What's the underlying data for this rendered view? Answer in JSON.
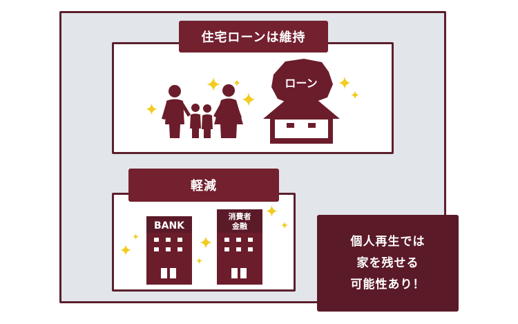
{
  "top_label": "住宅ローンは維持",
  "bottom_label": "軽減",
  "rock_label": "ローン",
  "bank_label": "BANK",
  "consumer_finance_line1": "消費者",
  "consumer_finance_line2": "金融",
  "result_lines": [
    "個人再生では",
    "家を残せる",
    "可能性あり！"
  ],
  "colors": {
    "dark": "#5b1a28",
    "mid": "#73202f",
    "sparkle": "#f2cc1f",
    "background": "#e2e6ea"
  },
  "icons": [
    "family-icon",
    "house-icon",
    "rock-icon",
    "sparkle-icon",
    "bank-building-icon",
    "finance-building-icon"
  ]
}
